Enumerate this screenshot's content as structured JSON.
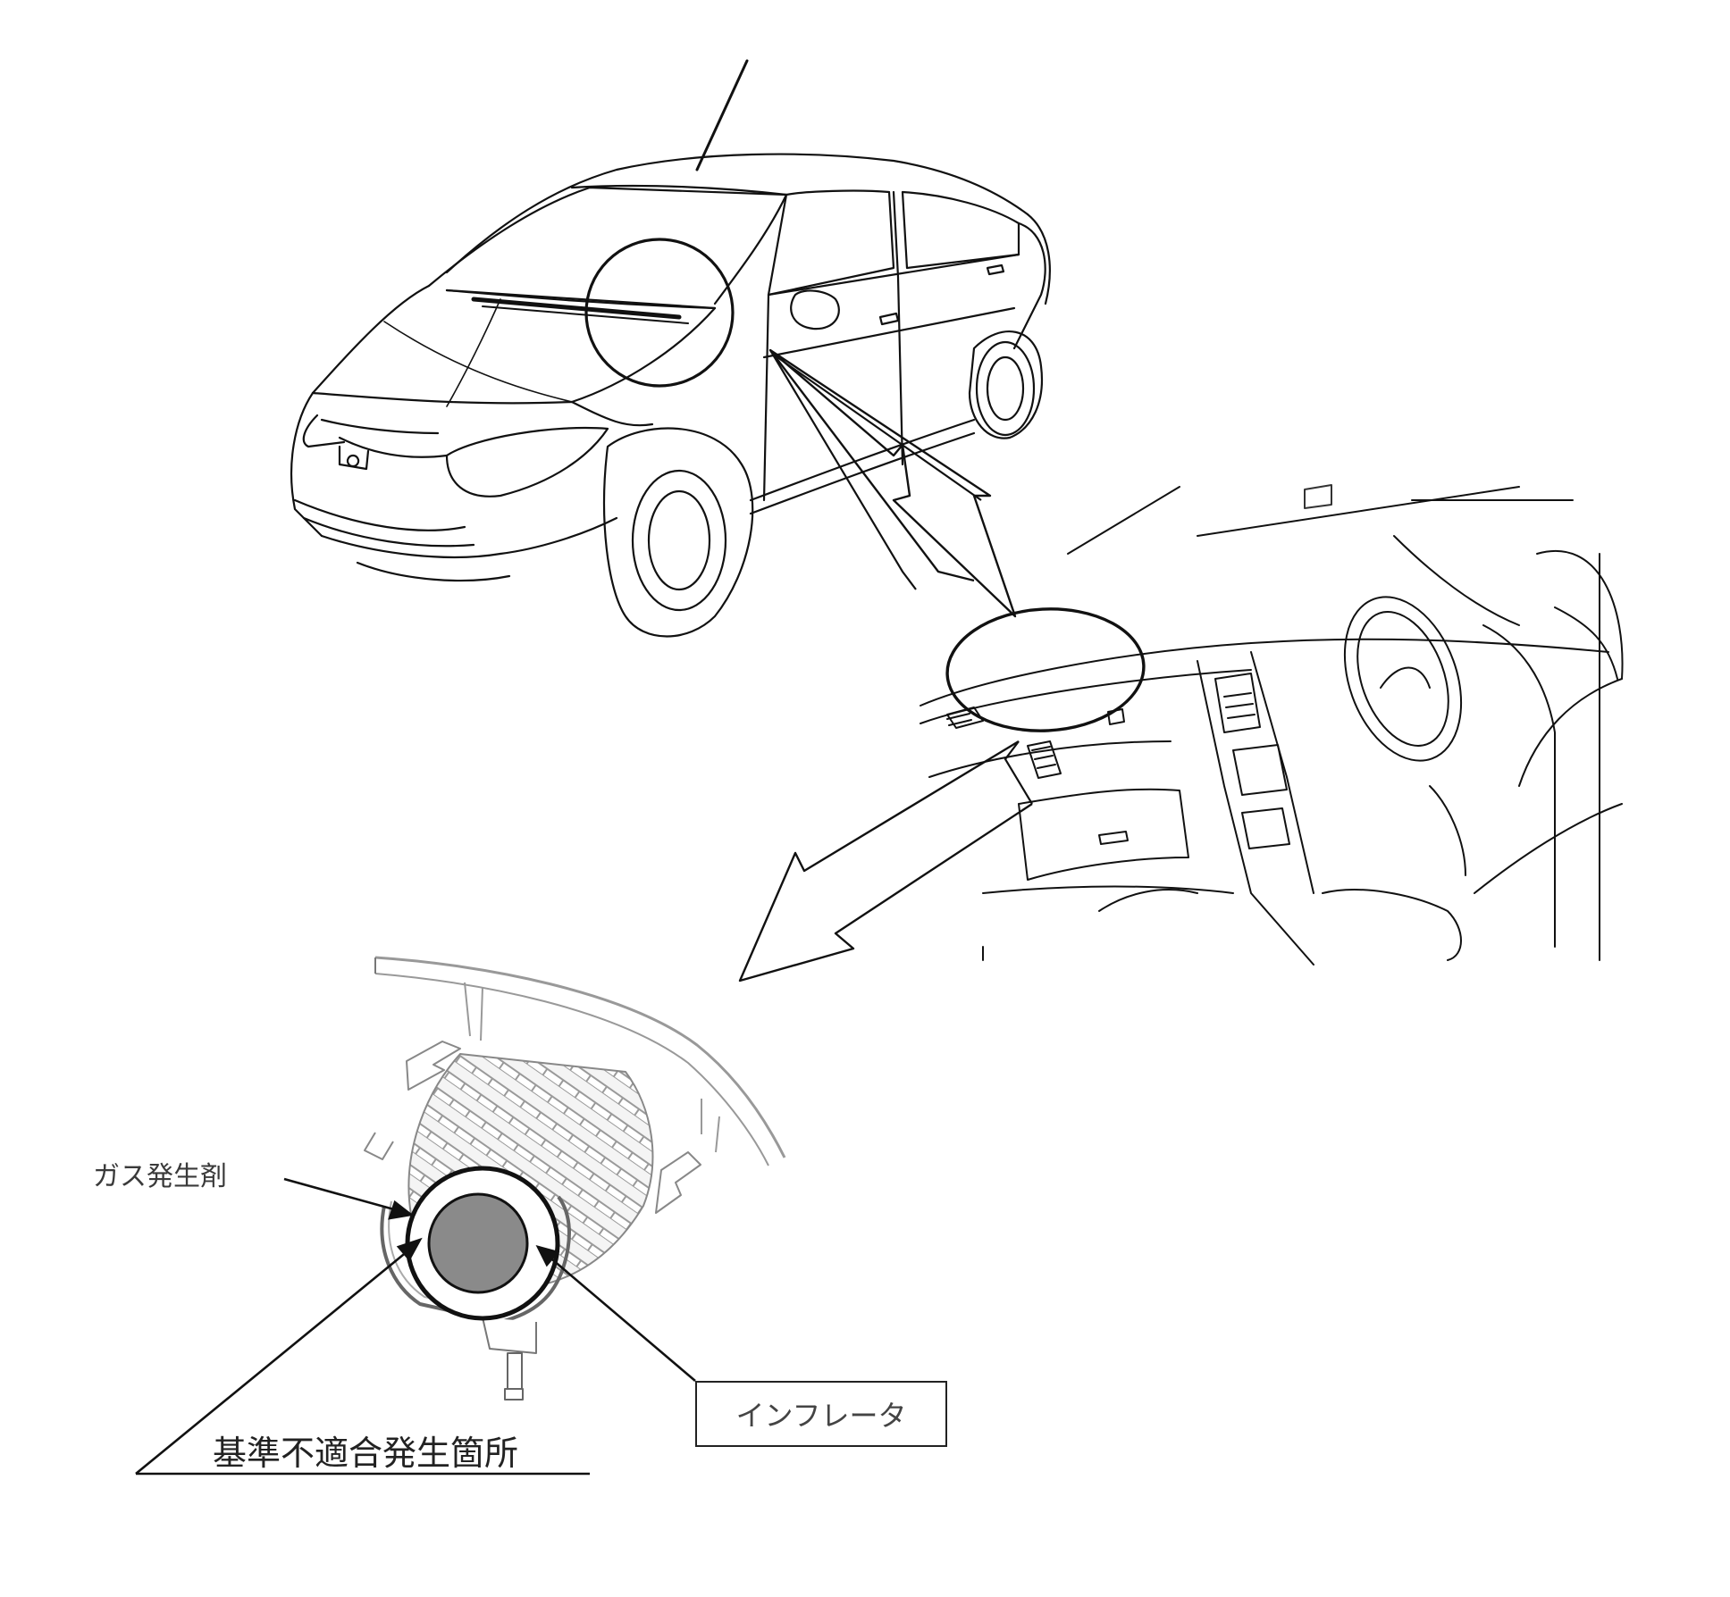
{
  "labels": {
    "gas_generant": "ガス発生剤",
    "inflator": "インフレータ",
    "defect_location": "基準不適合発生箇所"
  },
  "colors": {
    "line": "#111111",
    "generant_fill": "#8a8a8a",
    "hatch": "#9a9a9a"
  }
}
